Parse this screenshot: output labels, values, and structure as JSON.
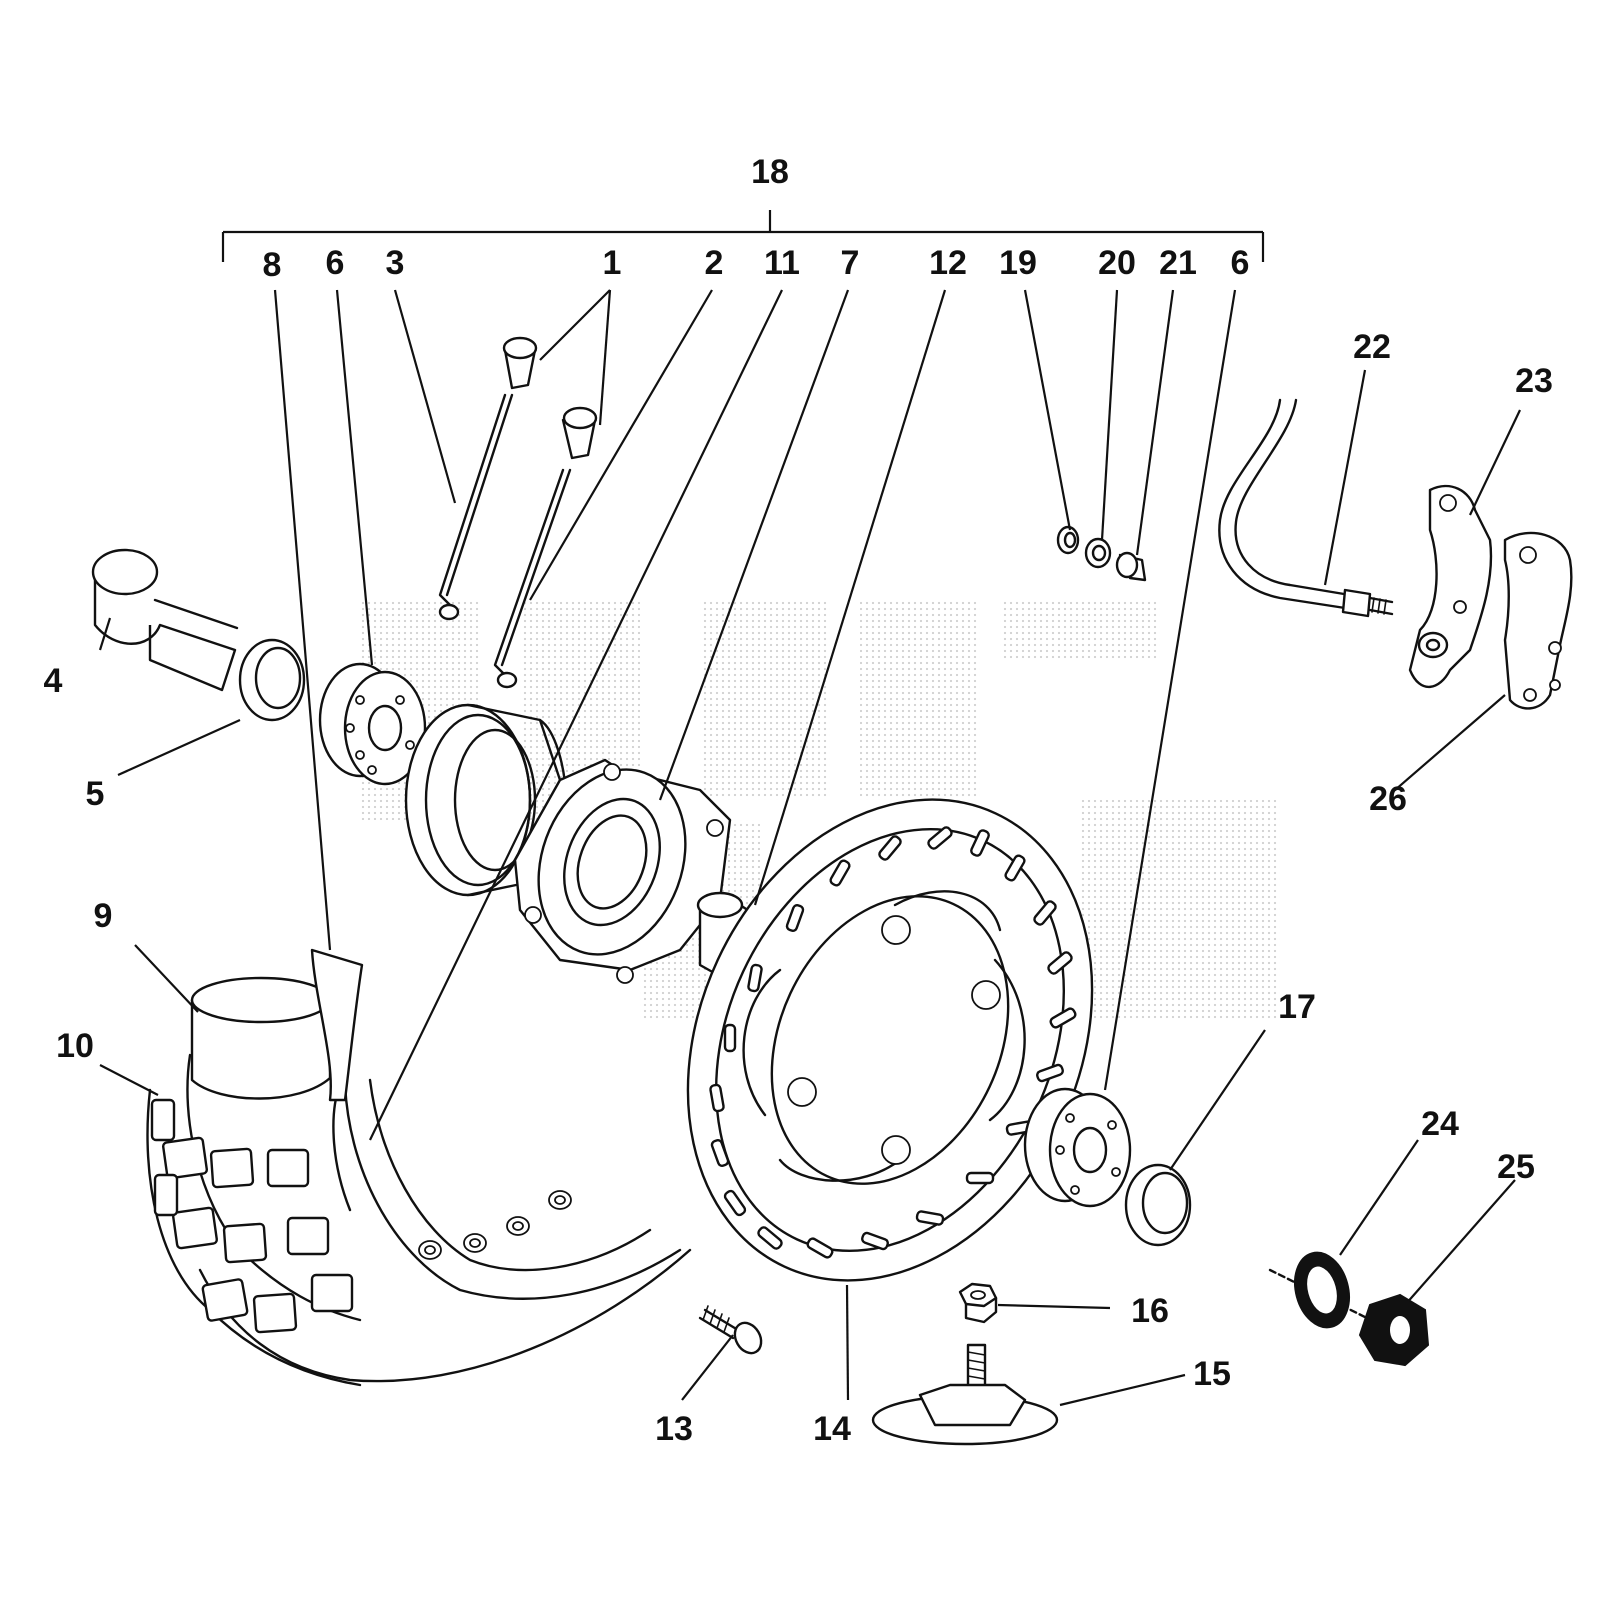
{
  "diagram": {
    "group_label": "18",
    "callouts": [
      "1",
      "2",
      "3",
      "4",
      "5",
      "6",
      "7",
      "8",
      "9",
      "10",
      "11",
      "12",
      "13",
      "14",
      "15",
      "16",
      "17",
      "19",
      "20",
      "21",
      "22",
      "23",
      "24",
      "25",
      "26"
    ],
    "parts": {
      "p1": "1",
      "p2": "2",
      "p3": "3",
      "p4": "4",
      "p5": "5",
      "p6a": "6",
      "p6b": "6",
      "p7": "7",
      "p8": "8",
      "p9": "9",
      "p10": "10",
      "p11": "11",
      "p12": "12",
      "p13": "13",
      "p14": "14",
      "p15": "15",
      "p16": "16",
      "p17": "17",
      "p18": "18",
      "p19": "19",
      "p20": "20",
      "p21": "21",
      "p22": "22",
      "p23": "23",
      "p24": "24",
      "p25": "25",
      "p26": "26"
    },
    "colors": {
      "ink": "#111111",
      "paper": "#ffffff",
      "watermark": "#c8c8c8"
    }
  }
}
